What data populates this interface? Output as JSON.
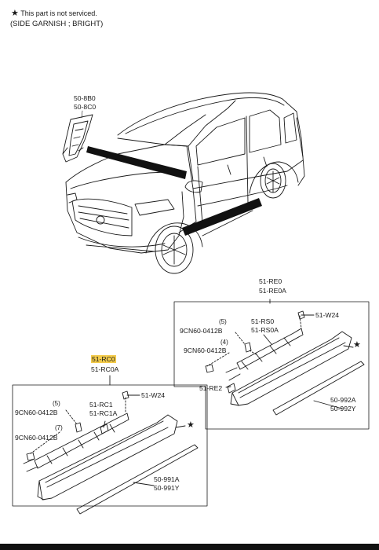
{
  "header": {
    "star_glyph": "★",
    "note": "This part is not serviced.",
    "title": "(SIDE GARNISH ; BRIGHT)"
  },
  "labels": {
    "emblem_a": "50-8B0",
    "emblem_b": "50-8C0",
    "right_group_a": "51-RE0",
    "right_group_b": "51-RE0A",
    "right_w24": "51-W24",
    "right_rs0": "51-RS0",
    "right_rs0a": "51-RS0A",
    "right_qty5": "(5)",
    "right_clip5": "9CN60-0412B",
    "right_qty4": "(4)",
    "right_clip4": "9CN60-0412B",
    "right_re2": "51-RE2",
    "right_992a": "50-992A",
    "right_992y": "50-992Y",
    "right_star": "★",
    "left_group_a": "51-RC0",
    "left_group_b": "51-RC0A",
    "left_w24": "51-W24",
    "left_qty5": "(5)",
    "left_clip5": "9CN60-0412B",
    "left_rc1": "51-RC1",
    "left_rc1a": "51-RC1A",
    "left_qty7": "(7)",
    "left_clip7": "9CN60-0412B",
    "left_991a": "50-991A",
    "left_991y": "50-991Y",
    "left_star": "★"
  },
  "colors": {
    "line": "#1a1a1a",
    "highlight": "#f3cb4b",
    "garnish_strip": "#111111"
  }
}
